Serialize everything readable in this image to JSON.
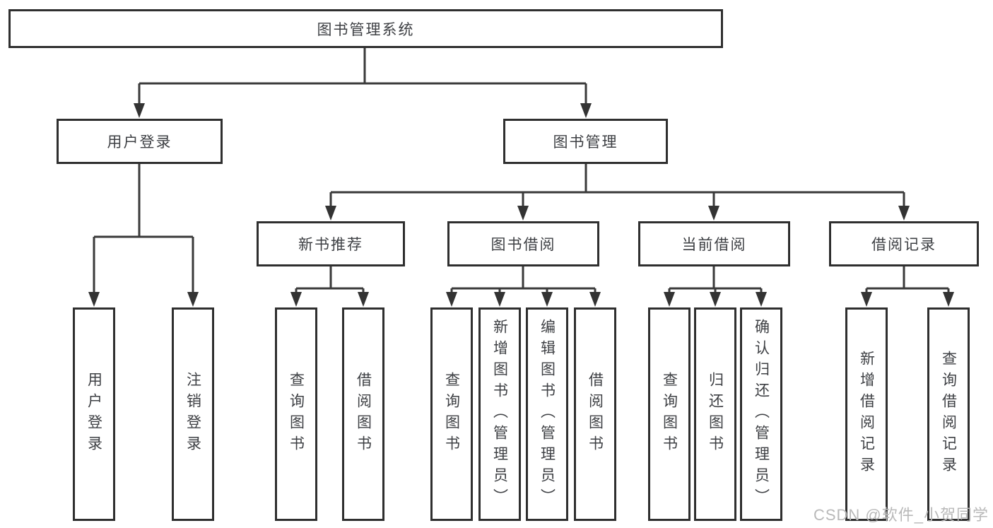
{
  "watermark": "CSDN @软件_小贺同学",
  "colors": {
    "line": "#3a3a3a",
    "box_border": "#2f2f2f",
    "text": "#3e4044",
    "watermark": "#b9b9b9",
    "background": "#ffffff"
  },
  "tree": {
    "root": {
      "label": "图书管理系统"
    },
    "left": {
      "label": "用户登录",
      "children": [
        {
          "label": "用户登录"
        },
        {
          "label": "注销登录"
        }
      ]
    },
    "right": {
      "label": "图书管理",
      "groups": [
        {
          "label": "新书推荐",
          "children": [
            {
              "label": "查询图书"
            },
            {
              "label": "借阅图书"
            }
          ]
        },
        {
          "label": "图书借阅",
          "children": [
            {
              "label": "查询图书"
            },
            {
              "label": "新增图书（管理员）"
            },
            {
              "label": "编辑图书（管理员）"
            },
            {
              "label": "借阅图书"
            }
          ]
        },
        {
          "label": "当前借阅",
          "children": [
            {
              "label": "查询图书"
            },
            {
              "label": "归还图书"
            },
            {
              "label": "确认归还（管理员）"
            }
          ]
        },
        {
          "label": "借阅记录",
          "children": [
            {
              "label": "新增借阅记录"
            },
            {
              "label": "查询借阅记录"
            }
          ]
        }
      ]
    }
  }
}
